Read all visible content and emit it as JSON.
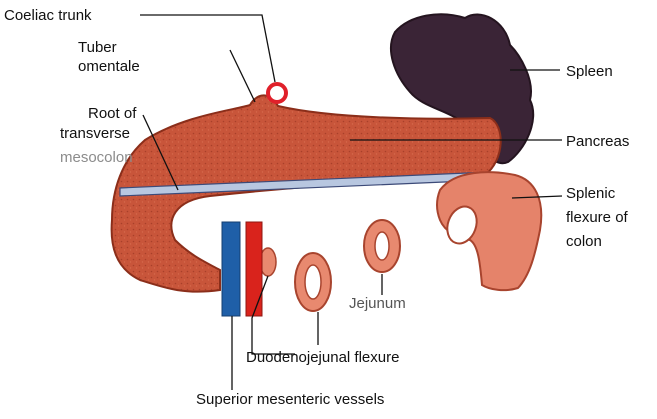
{
  "labels": {
    "coeliac_trunk": "Coeliac trunk",
    "tuber_line1": "Tuber",
    "tuber_line2": "omentale",
    "root_line1": "Root of",
    "root_line2": "transverse",
    "root_line3": "mesocolon",
    "spleen": "Spleen",
    "pancreas": "Pancreas",
    "splenic_line1": "Splenic",
    "splenic_line2": "flexure of",
    "splenic_line3": "colon",
    "jejunum": "Jejunum",
    "duodenojejunal": "Duodenojejunal flexure",
    "sma_vessels": "Superior mesenteric vessels"
  },
  "colors": {
    "pancreas": "#c8553a",
    "spleen": "#3a2436",
    "colon": "#e5836a",
    "mesocolon_band": "#b8c7e0",
    "artery_ring": "#e0202a",
    "vein": "#1f5fa8",
    "artery": "#d9231c"
  }
}
